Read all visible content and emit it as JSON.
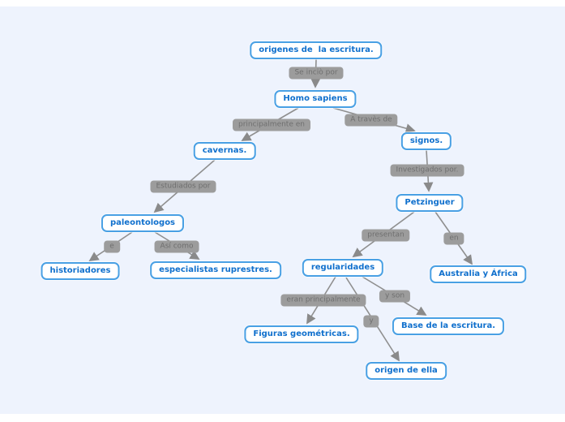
{
  "diagram": {
    "type": "concept-map",
    "topic": "origenes de  la escritura."
  },
  "colors": {
    "background": "#eef3fd",
    "node_border": "#49a0e4",
    "node_text": "#1070cd",
    "connector_bg": "#9c9c9c",
    "connector_text": "#6f6f6f",
    "line": "#8f8f8f"
  },
  "nodes": [
    {
      "label": "origenes de  la escritura."
    },
    {
      "label": "Homo sapiens"
    },
    {
      "label": "cavernas."
    },
    {
      "label": "signos."
    },
    {
      "label": "paleontologos"
    },
    {
      "label": "Petzinguer"
    },
    {
      "label": "historiadores"
    },
    {
      "label": "especialistas ruprestres."
    },
    {
      "label": "regularidades"
    },
    {
      "label": "Australia y África"
    },
    {
      "label": "Figuras geométricas."
    },
    {
      "label": "Base de la escritura."
    },
    {
      "label": "origen de ella"
    }
  ],
  "connectors": [
    {
      "label": "Se inciò por"
    },
    {
      "label": "principalmente en"
    },
    {
      "label": "A travès de"
    },
    {
      "label": "Estudiados por"
    },
    {
      "label": "Investigados por."
    },
    {
      "label": "e"
    },
    {
      "label": "Así como"
    },
    {
      "label": "presentan"
    },
    {
      "label": "en"
    },
    {
      "label": "eran principalmente"
    },
    {
      "label": "y son"
    },
    {
      "label": "y"
    }
  ]
}
